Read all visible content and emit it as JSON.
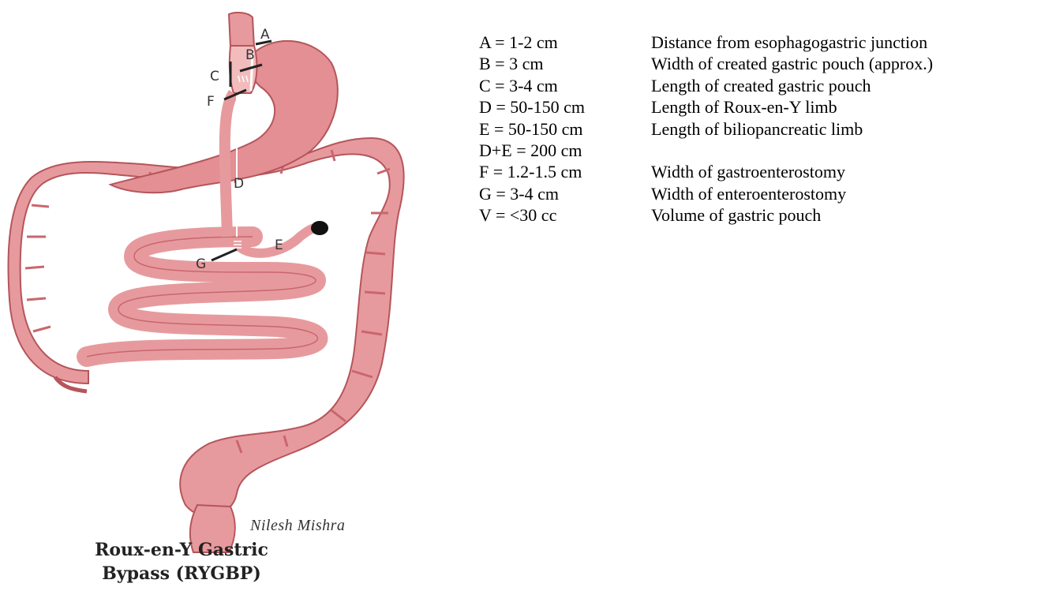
{
  "illustration": {
    "colors": {
      "organ_fill": "#e79a9d",
      "organ_dark": "#c9666d",
      "organ_light": "#f2bcbd",
      "outline": "#b5555b",
      "staple": "#ffffff",
      "arrow": "#222222",
      "blind_end": "#111111"
    },
    "labels": {
      "a": "A",
      "b": "B",
      "c": "C",
      "d": "D",
      "e": "E",
      "f": "F",
      "g": "G"
    },
    "signature": "Nilesh Mishra",
    "caption_line1": "Roux-en-Y Gastric",
    "caption_line2": "Bypass (RYGBP)"
  },
  "legend": [
    {
      "key": "A = 1-2 cm",
      "desc": "Distance from esophagogastric junction"
    },
    {
      "key": "B = 3 cm",
      "desc": "Width of created gastric pouch (approx.)"
    },
    {
      "key": "C = 3-4 cm",
      "desc": "Length of created gastric pouch"
    },
    {
      "key": "D = 50-150 cm",
      "desc": "Length of Roux-en-Y limb"
    },
    {
      "key": "E = 50-150 cm",
      "desc": "Length of biliopancreatic limb"
    },
    {
      "key": "D+E = 200 cm",
      "desc": ""
    },
    {
      "key": "F = 1.2-1.5 cm",
      "desc": "Width of gastroenterostomy"
    },
    {
      "key": "G = 3-4 cm",
      "desc": "Width of enteroenterostomy"
    },
    {
      "key": "V = <30 cc",
      "desc": "Volume of gastric pouch"
    }
  ]
}
